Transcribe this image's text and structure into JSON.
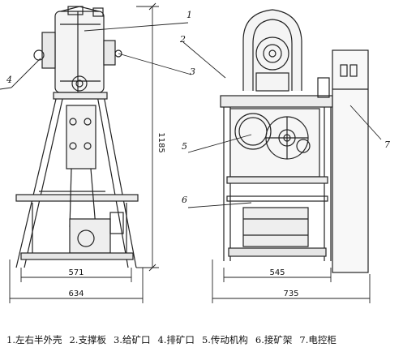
{
  "callouts": {
    "c1": "1",
    "c2": "2",
    "c3": "3",
    "c4": "4",
    "c5": "5",
    "c6": "6",
    "c7": "7"
  },
  "dimensions": {
    "height": "1185",
    "front_inner_width": "571",
    "front_outer_width": "634",
    "side_inner_width": "545",
    "side_outer_width": "735"
  },
  "legend": [
    "1.左右半外壳",
    "2.支撑板",
    "3.给矿口",
    "4.排矿口",
    "5.传动机构",
    "6.接矿架",
    "7.电控柜"
  ]
}
